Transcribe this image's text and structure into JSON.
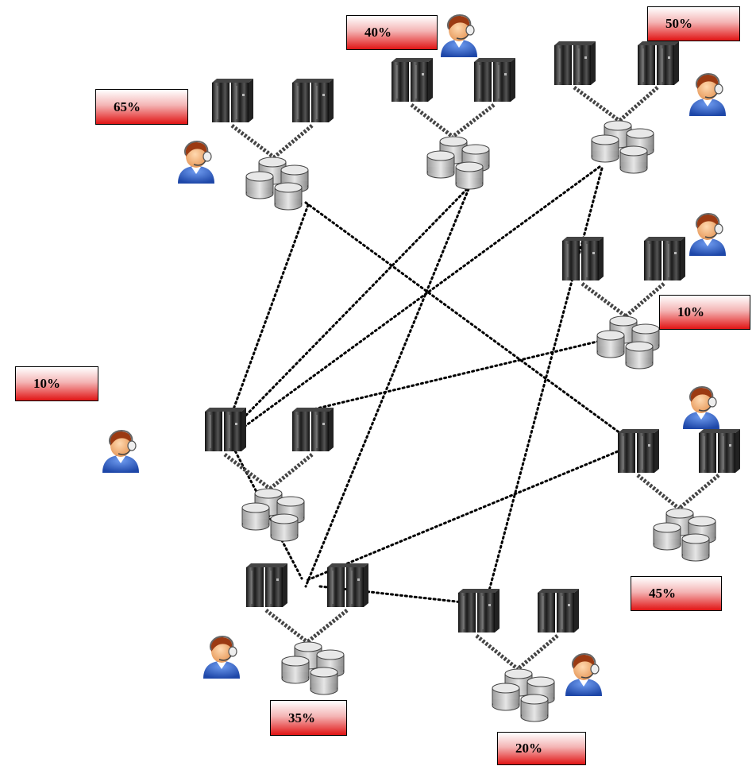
{
  "clusters": [
    {
      "id": "c1",
      "label": "65%"
    },
    {
      "id": "c2",
      "label": "40%"
    },
    {
      "id": "c3",
      "label": "50%"
    },
    {
      "id": "c4",
      "label": "10%"
    },
    {
      "id": "c5",
      "label": "10%"
    },
    {
      "id": "c6",
      "label": "45%"
    },
    {
      "id": "c7",
      "label": "35%"
    },
    {
      "id": "c8",
      "label": "20%"
    }
  ],
  "icons": {
    "server": "server-tower-icon",
    "storage": "database-cylinder-icon",
    "user": "operator-headset-icon"
  },
  "colors": {
    "label_gradient_top": "#ffffff",
    "label_gradient_bottom": "#e11414",
    "server_body": "#2a2a2a",
    "cylinder": "#cfcfcf",
    "user_shirt": "#2f62c9",
    "user_hair": "#9b3a12"
  }
}
